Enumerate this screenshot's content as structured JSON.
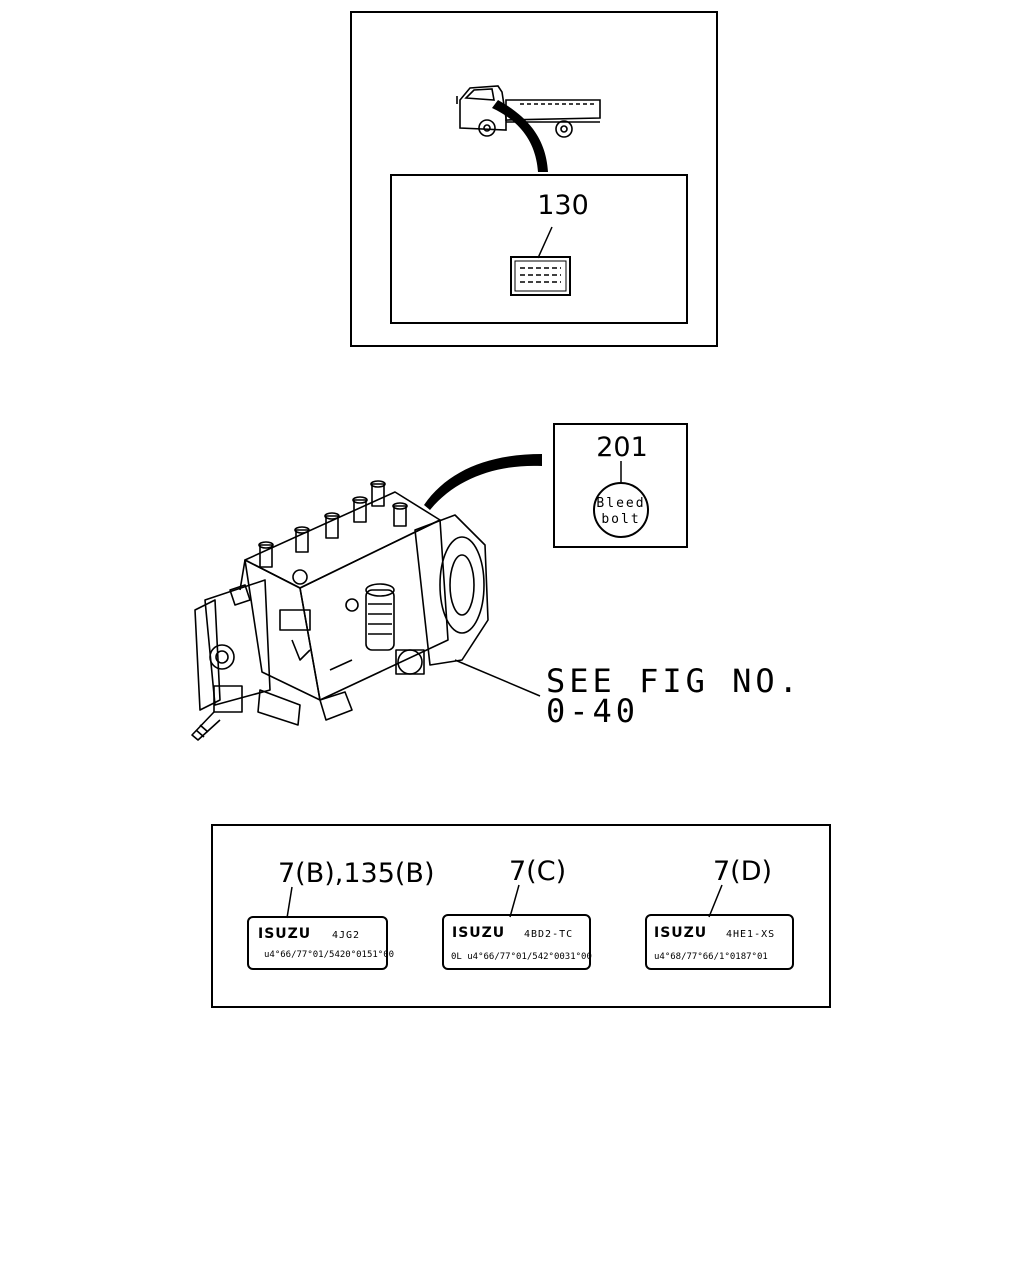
{
  "top_panel": {
    "callout": "130"
  },
  "pump_panel": {
    "callout": "201",
    "bleed_label_line1": "Bleed",
    "bleed_label_line2": "bolt",
    "see_fig_line1": "SEE FIG NO.",
    "see_fig_line2": "0-40"
  },
  "labels_panel": {
    "labels": [
      {
        "callout": "7(B),135(B)",
        "logo": "ISUZU",
        "model": "4JG2",
        "serial": "u4°66/77°01/5420°0151°00"
      },
      {
        "callout": "7(C)",
        "logo": "ISUZU",
        "model": "4BD2-TC",
        "serial": "0L u4°66/77°01/542°0031°00"
      },
      {
        "callout": "7(D)",
        "logo": "ISUZU",
        "model": "4HE1-XS",
        "serial": "u4°68/77°66/1°0187°01"
      }
    ]
  }
}
